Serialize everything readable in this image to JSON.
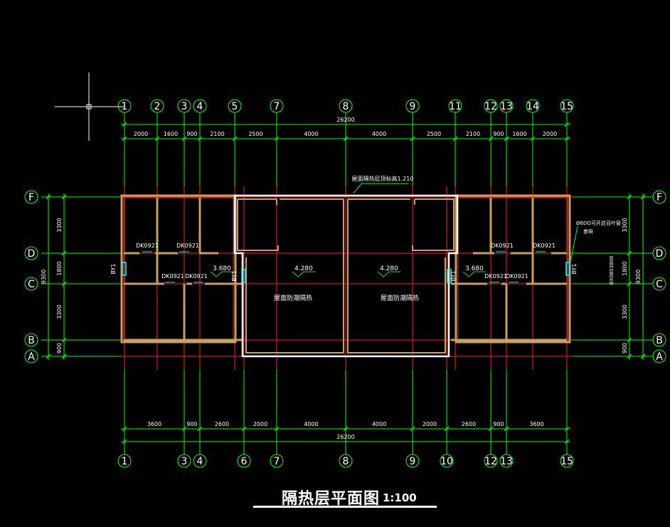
{
  "drawing": {
    "title": "隔热层平面图",
    "scale": "1:100",
    "colors": {
      "background": "#000000",
      "axis_line": "#ff2020",
      "dimension": "#00ff00",
      "wall_outer": "#c8a060",
      "wall_inner": "#c03030",
      "outline": "#ffffff",
      "text": "#ffffff",
      "window": "#00ffff",
      "elevation": "#00e050"
    },
    "top_axes": [
      "1",
      "2",
      "3",
      "4",
      "5",
      "7",
      "8",
      "9",
      "11",
      "12",
      "13",
      "14",
      "15"
    ],
    "bottom_axes": [
      "1",
      "3",
      "4",
      "6",
      "7",
      "8",
      "9",
      "10",
      "12",
      "13",
      "15"
    ],
    "row_axes": [
      "F",
      "D",
      "C",
      "B",
      "A"
    ],
    "top_total": "26200",
    "top_dims": [
      "2000",
      "1600",
      "900",
      "2100",
      "2500",
      "4000",
      "4000",
      "2500",
      "2100",
      "900",
      "1600",
      "2000"
    ],
    "bottom_total": "26200",
    "bottom_dims": [
      "3600",
      "900",
      "2600",
      "2000",
      "4000",
      "4000",
      "2000",
      "2600",
      "900",
      "3600"
    ],
    "left_total": "9300",
    "left_dims": [
      "3300",
      "1800",
      "3300",
      "900"
    ],
    "right_total": "9300",
    "right_dims": [
      "3300",
      "1800",
      "3300",
      "900"
    ],
    "door_labels": [
      "DK0921",
      "DK0921",
      "DK0921",
      "DK0921",
      "DK0921",
      "DK0921",
      "DK0921",
      "DK0921"
    ],
    "window_labels": [
      "BY1",
      "BY1",
      "BY1",
      "BY1"
    ],
    "elevations": [
      "3.680",
      "4.280",
      "4.280",
      "3.680"
    ],
    "room_labels": [
      "屋面防潮隔热",
      "屋面防潮隔热"
    ],
    "callouts": {
      "top": "屋面隔热层顶标高1.210",
      "right_1": "Ø6DO可开启百叶窗",
      "right_2": "参照",
      "right_vertical": "BX0803800"
    }
  }
}
